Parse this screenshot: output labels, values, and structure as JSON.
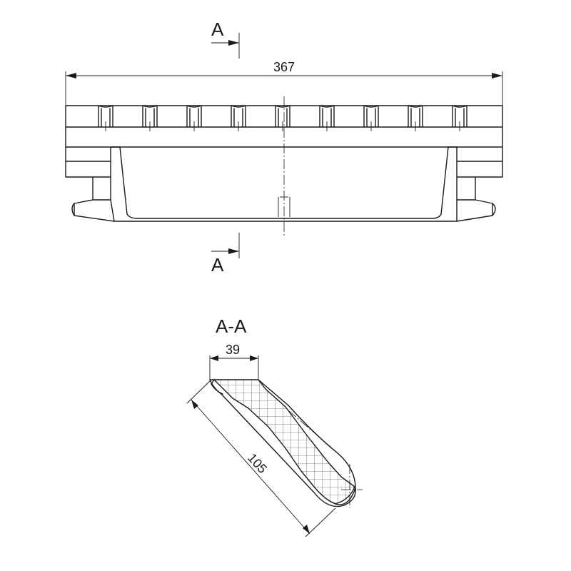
{
  "drawing": {
    "section_marker_top": "A",
    "section_marker_bottom": "A",
    "overall_length": "367",
    "section_title": "A-A",
    "section_width": "39",
    "section_length": "105"
  }
}
